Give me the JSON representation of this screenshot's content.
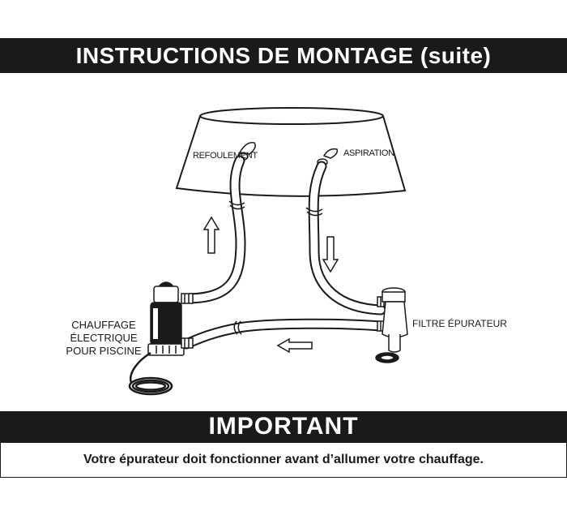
{
  "header": {
    "title": "INSTRUCTIONS DE MONTAGE (suite)"
  },
  "diagram": {
    "labels": {
      "refoulement": "REFOULEMENT",
      "aspiration": "ASPIRATION",
      "filter": "FILTRE ÉPURATEUR",
      "heater_line1": "CHAUFFAGE",
      "heater_line2": "ÉLECTRIQUE",
      "heater_line3": "POUR PISCINE"
    },
    "icons": [
      "pool-outline-icon",
      "hose-icon",
      "filter-pump-icon",
      "heater-icon",
      "arrow-up-icon",
      "arrow-down-icon",
      "arrow-left-icon",
      "power-cord-icon"
    ]
  },
  "important": {
    "heading": "IMPORTANT",
    "notice": "Votre épurateur doit fonctionner avant d’allumer votre chauffage."
  }
}
